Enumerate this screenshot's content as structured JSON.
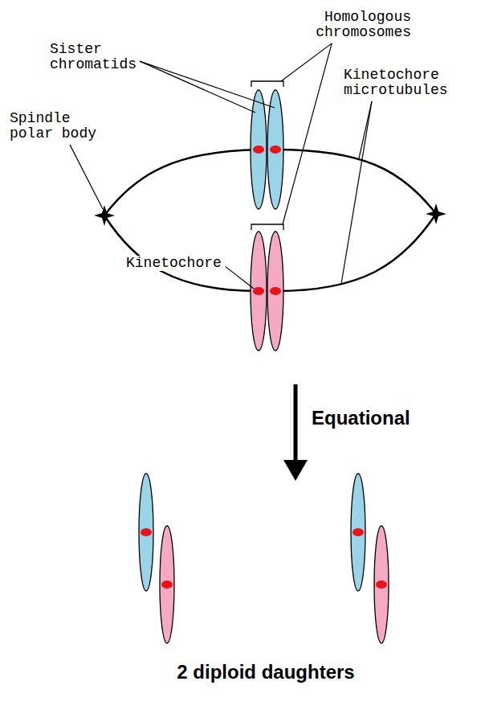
{
  "diagram": {
    "labels": [
      "Homologous chromosomes",
      "Sister chromatids",
      "Kinetochore microtubules",
      "Spindle polar body",
      "Kinetochore",
      "Equational",
      "2 diploid daughters"
    ]
  }
}
